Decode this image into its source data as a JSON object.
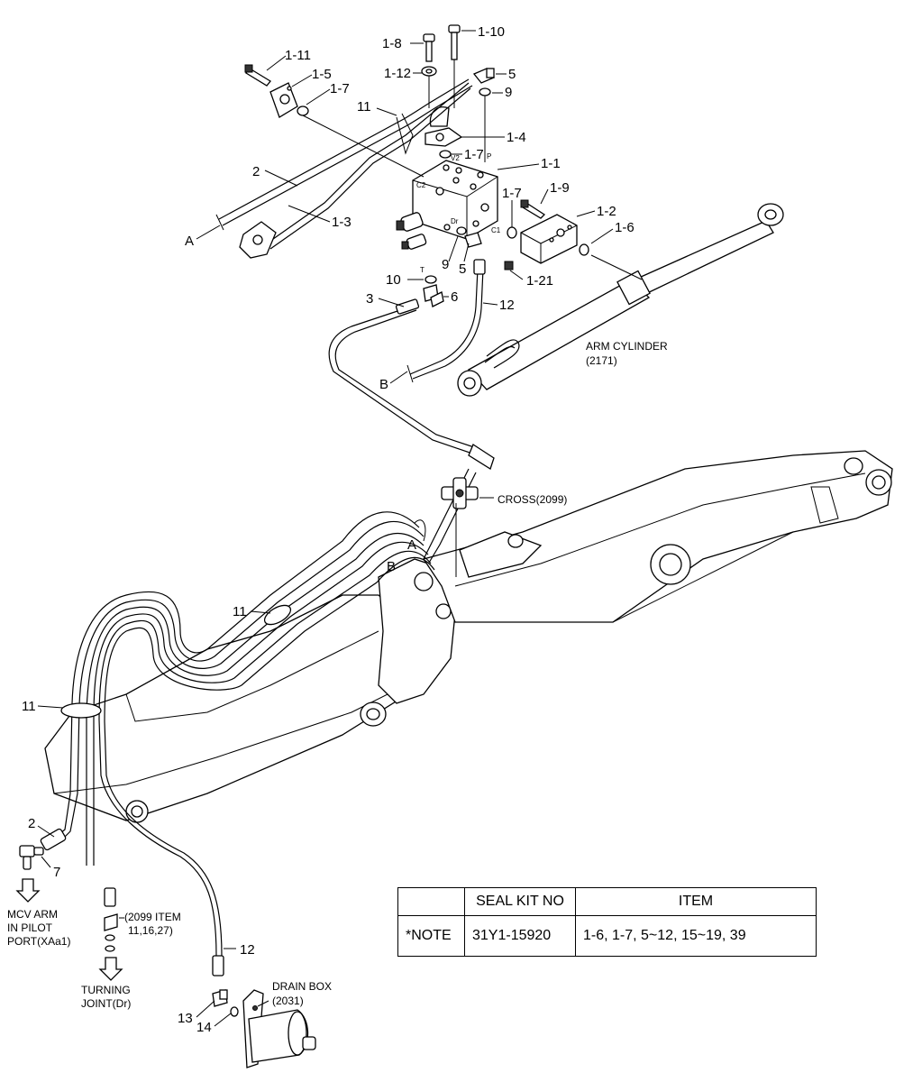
{
  "callouts": {
    "c1_11": "1-11",
    "c1_5": "1-5",
    "c1_7a": "1-7",
    "c1_8": "1-8",
    "c1_10": "1-10",
    "c1_12": "1-12",
    "c5a": "5",
    "c9a": "9",
    "c11a": "11",
    "c1_4": "1-4",
    "c1_7b": "1-7",
    "c1_1": "1-1",
    "c2a": "2",
    "c1_3": "1-3",
    "cA1": "A",
    "c1_7c": "1-7",
    "c1_9": "1-9",
    "c1_2": "1-2",
    "c1_6": "1-6",
    "c9b": "9",
    "c5b": "5",
    "c1_21": "1-21",
    "c10": "10",
    "c6": "6",
    "c3": "3",
    "c12a": "12",
    "cB1": "B",
    "cA2": "A",
    "cB2": "B",
    "c11b": "11",
    "c11c": "11",
    "c2b": "2",
    "c7": "7",
    "c12b": "12",
    "c13": "13",
    "c14": "14"
  },
  "valve_marks": {
    "v2": "V2",
    "p": "P",
    "c2": "C2",
    "c1": "C1",
    "dr": "Dr",
    "t": "T"
  },
  "labels": {
    "arm_cylinder": "ARM CYLINDER",
    "arm_cylinder_no": "(2171)",
    "cross": "CROSS(2099)",
    "mcv_1": "MCV ARM",
    "mcv_2": "IN PILOT",
    "mcv_3": "PORT(XAa1)",
    "item_1": "(2099 ITEM",
    "item_2": "11,16,27)",
    "turning_1": "TURNING",
    "turning_2": "JOINT(Dr)",
    "drain_1": "DRAIN BOX",
    "drain_2": "(2031)"
  },
  "seal_table": {
    "header_blank": "",
    "header_kit": "SEAL KIT NO",
    "header_item": "ITEM",
    "note": "*NOTE",
    "kit_no": "31Y1-15920",
    "items": "1-6, 1-7, 5~12, 15~19, 39"
  }
}
